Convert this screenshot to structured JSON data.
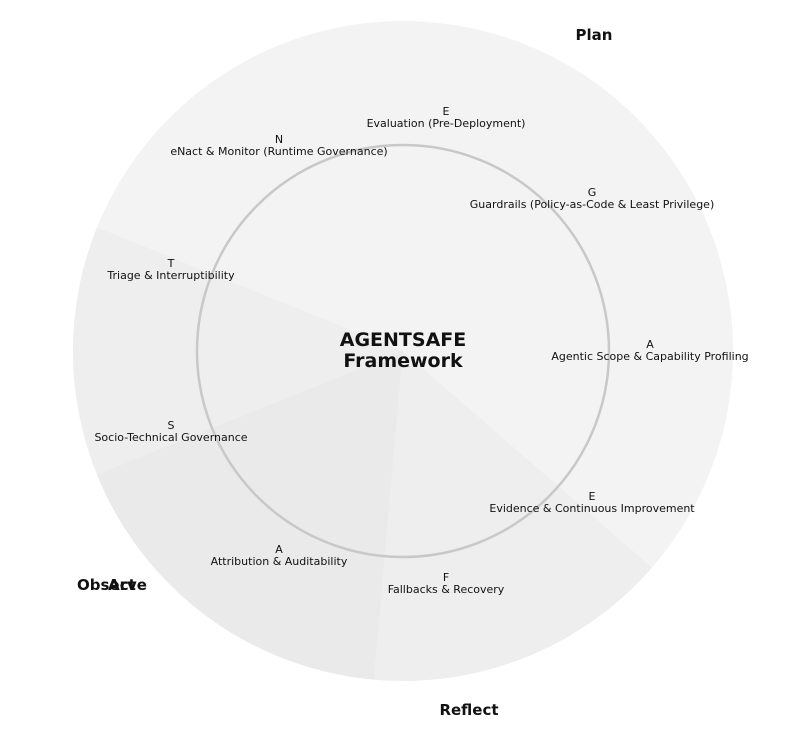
{
  "title_lines": [
    "AGENTSAFE",
    "Framework"
  ],
  "phases": [
    {
      "name": "Plan",
      "color": "#f3f3f3"
    },
    {
      "name": "Act",
      "color": "#eeeeee"
    },
    {
      "name": "Observe",
      "color": "#eaeaea"
    },
    {
      "name": "Reflect",
      "color": "#eeeeee"
    }
  ],
  "components": [
    {
      "letter": "A",
      "label": "Agentic Scope & Capability Profiling"
    },
    {
      "letter": "G",
      "label": "Guardrails (Policy-as-Code & Least Privilege)"
    },
    {
      "letter": "E",
      "label": "Evaluation (Pre-Deployment)"
    },
    {
      "letter": "N",
      "label": "eNact & Monitor (Runtime Governance)"
    },
    {
      "letter": "T",
      "label": "Triage & Interruptibility"
    },
    {
      "letter": "S",
      "label": "Socio-Technical Governance"
    },
    {
      "letter": "A",
      "label": "Attribution & Auditability"
    },
    {
      "letter": "F",
      "label": "Fallbacks & Recovery"
    },
    {
      "letter": "E",
      "label": "Evidence & Continuous Improvement"
    }
  ],
  "colors": {
    "inner_ring": "#c8c8c8",
    "text": "#111111"
  }
}
